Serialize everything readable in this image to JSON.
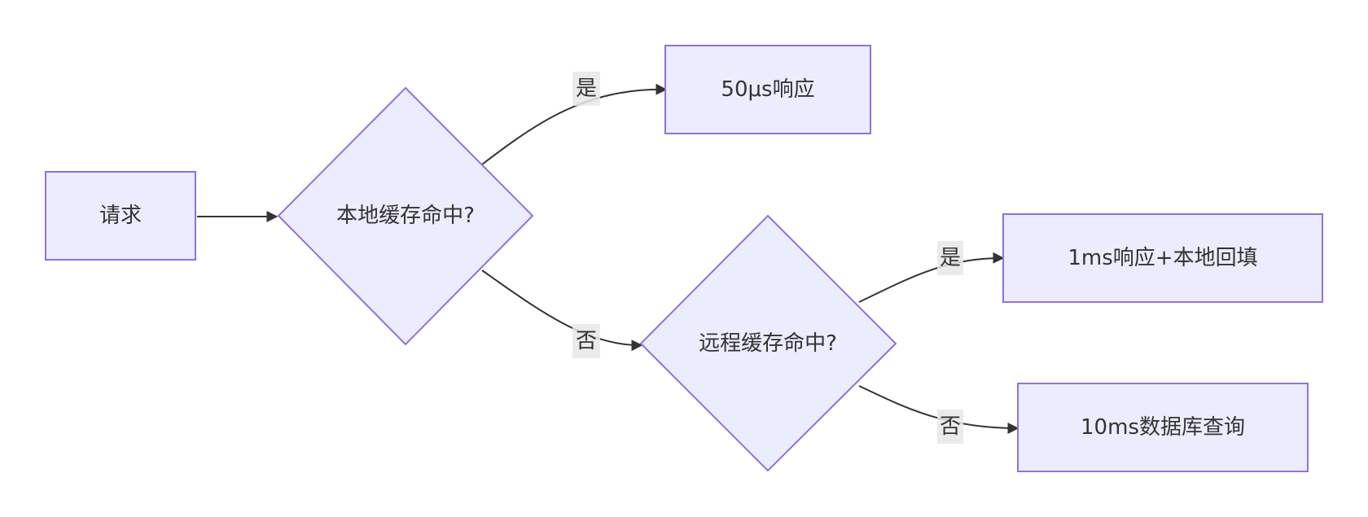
{
  "diagram": {
    "type": "flowchart",
    "direction": "left-to-right",
    "colors": {
      "node_fill": "#ECECFF",
      "node_border": "#9370DB",
      "edge": "#333333",
      "edge_label_bg": "#e8e8e8",
      "text": "#333333"
    },
    "nodes": {
      "request": "请求",
      "local_cache_decision": "本地缓存命中?",
      "remote_cache_decision": "远程缓存命中?",
      "response_50us": "50μs响应",
      "response_1ms": "1ms响应+本地回填",
      "database_query": "10ms数据库查询"
    },
    "edges": [
      {
        "from": "请求",
        "to": "本地缓存命中?",
        "label": ""
      },
      {
        "from": "本地缓存命中?",
        "to": "50μs响应",
        "label": "是"
      },
      {
        "from": "本地缓存命中?",
        "to": "远程缓存命中?",
        "label": "否"
      },
      {
        "from": "远程缓存命中?",
        "to": "1ms响应+本地回填",
        "label": "是"
      },
      {
        "from": "远程缓存命中?",
        "to": "10ms数据库查询",
        "label": "否"
      }
    ]
  }
}
